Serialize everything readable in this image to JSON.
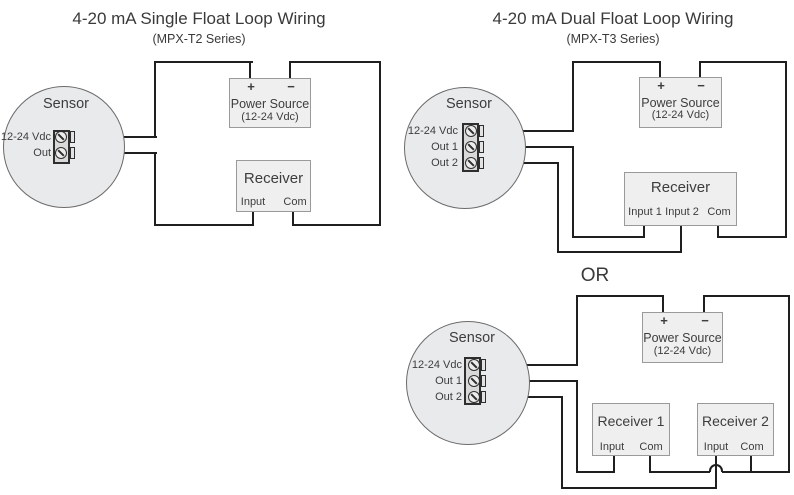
{
  "colors": {
    "background": "#ffffff",
    "wire": "#1f1f1f",
    "box_fill": "#efefef",
    "box_border": "#9a9a9a",
    "sensor_circle_fill": "#e9eaec",
    "sensor_circle_border": "#6b6b6b",
    "terminal_block_fill": "#d9d9d9",
    "terminal_block_border": "#2e2e2e",
    "text": "#3d3d3d"
  },
  "single": {
    "title": "4-20 mA Single Float Loop Wiring",
    "subtitle": "(MPX-T2 Series)",
    "sensor": {
      "label": "Sensor",
      "terminals": [
        "12-24 Vdc",
        "Out"
      ]
    },
    "power_source": {
      "plus": "+",
      "minus": "−",
      "label": "Power Source",
      "sub": "(12-24 Vdc)"
    },
    "receiver": {
      "label": "Receiver",
      "terminals": [
        "Input",
        "Com"
      ]
    }
  },
  "dual": {
    "title": "4-20 mA Dual Float Loop Wiring",
    "subtitle": "(MPX-T3 Series)",
    "or_label": "OR",
    "wiring_a": {
      "sensor": {
        "label": "Sensor",
        "terminals": [
          "12-24 Vdc",
          "Out 1",
          "Out 2"
        ]
      },
      "power_source": {
        "plus": "+",
        "minus": "−",
        "label": "Power Source",
        "sub": "(12-24 Vdc)"
      },
      "receiver": {
        "label": "Receiver",
        "terminals": [
          "Input 1",
          "Input 2",
          "Com"
        ]
      }
    },
    "wiring_b": {
      "sensor": {
        "label": "Sensor",
        "terminals": [
          "12-24 Vdc",
          "Out 1",
          "Out 2"
        ]
      },
      "power_source": {
        "plus": "+",
        "minus": "−",
        "label": "Power Source",
        "sub": "(12-24 Vdc)"
      },
      "receiver1": {
        "label": "Receiver 1",
        "terminals": [
          "Input",
          "Com"
        ]
      },
      "receiver2": {
        "label": "Receiver 2",
        "terminals": [
          "Input",
          "Com"
        ]
      }
    }
  }
}
